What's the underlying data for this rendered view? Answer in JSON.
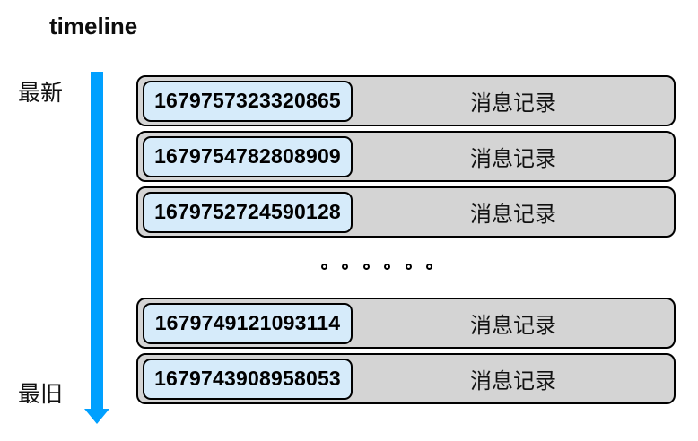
{
  "page": {
    "title": "timeline"
  },
  "axis": {
    "newest_label": "最新",
    "oldest_label": "最旧",
    "direction": "newest-at-top"
  },
  "colors": {
    "arrow_blue": "#00A0FF",
    "row_gray": "#D4D4D4",
    "timestamp_blue": "#D6EBFA",
    "border_black": "#000000",
    "background": "#FFFFFF"
  },
  "timeline": {
    "rows": [
      {
        "id": "1679757323320865",
        "label": "消息记录"
      },
      {
        "id": "1679754782808909",
        "label": "消息记录"
      },
      {
        "id": "1679752724590128",
        "label": "消息记录"
      },
      {
        "id": "1679749121093114",
        "label": "消息记录"
      },
      {
        "id": "1679743908958053",
        "label": "消息记录"
      }
    ],
    "ellipsis": {
      "dot_count": 6
    }
  }
}
